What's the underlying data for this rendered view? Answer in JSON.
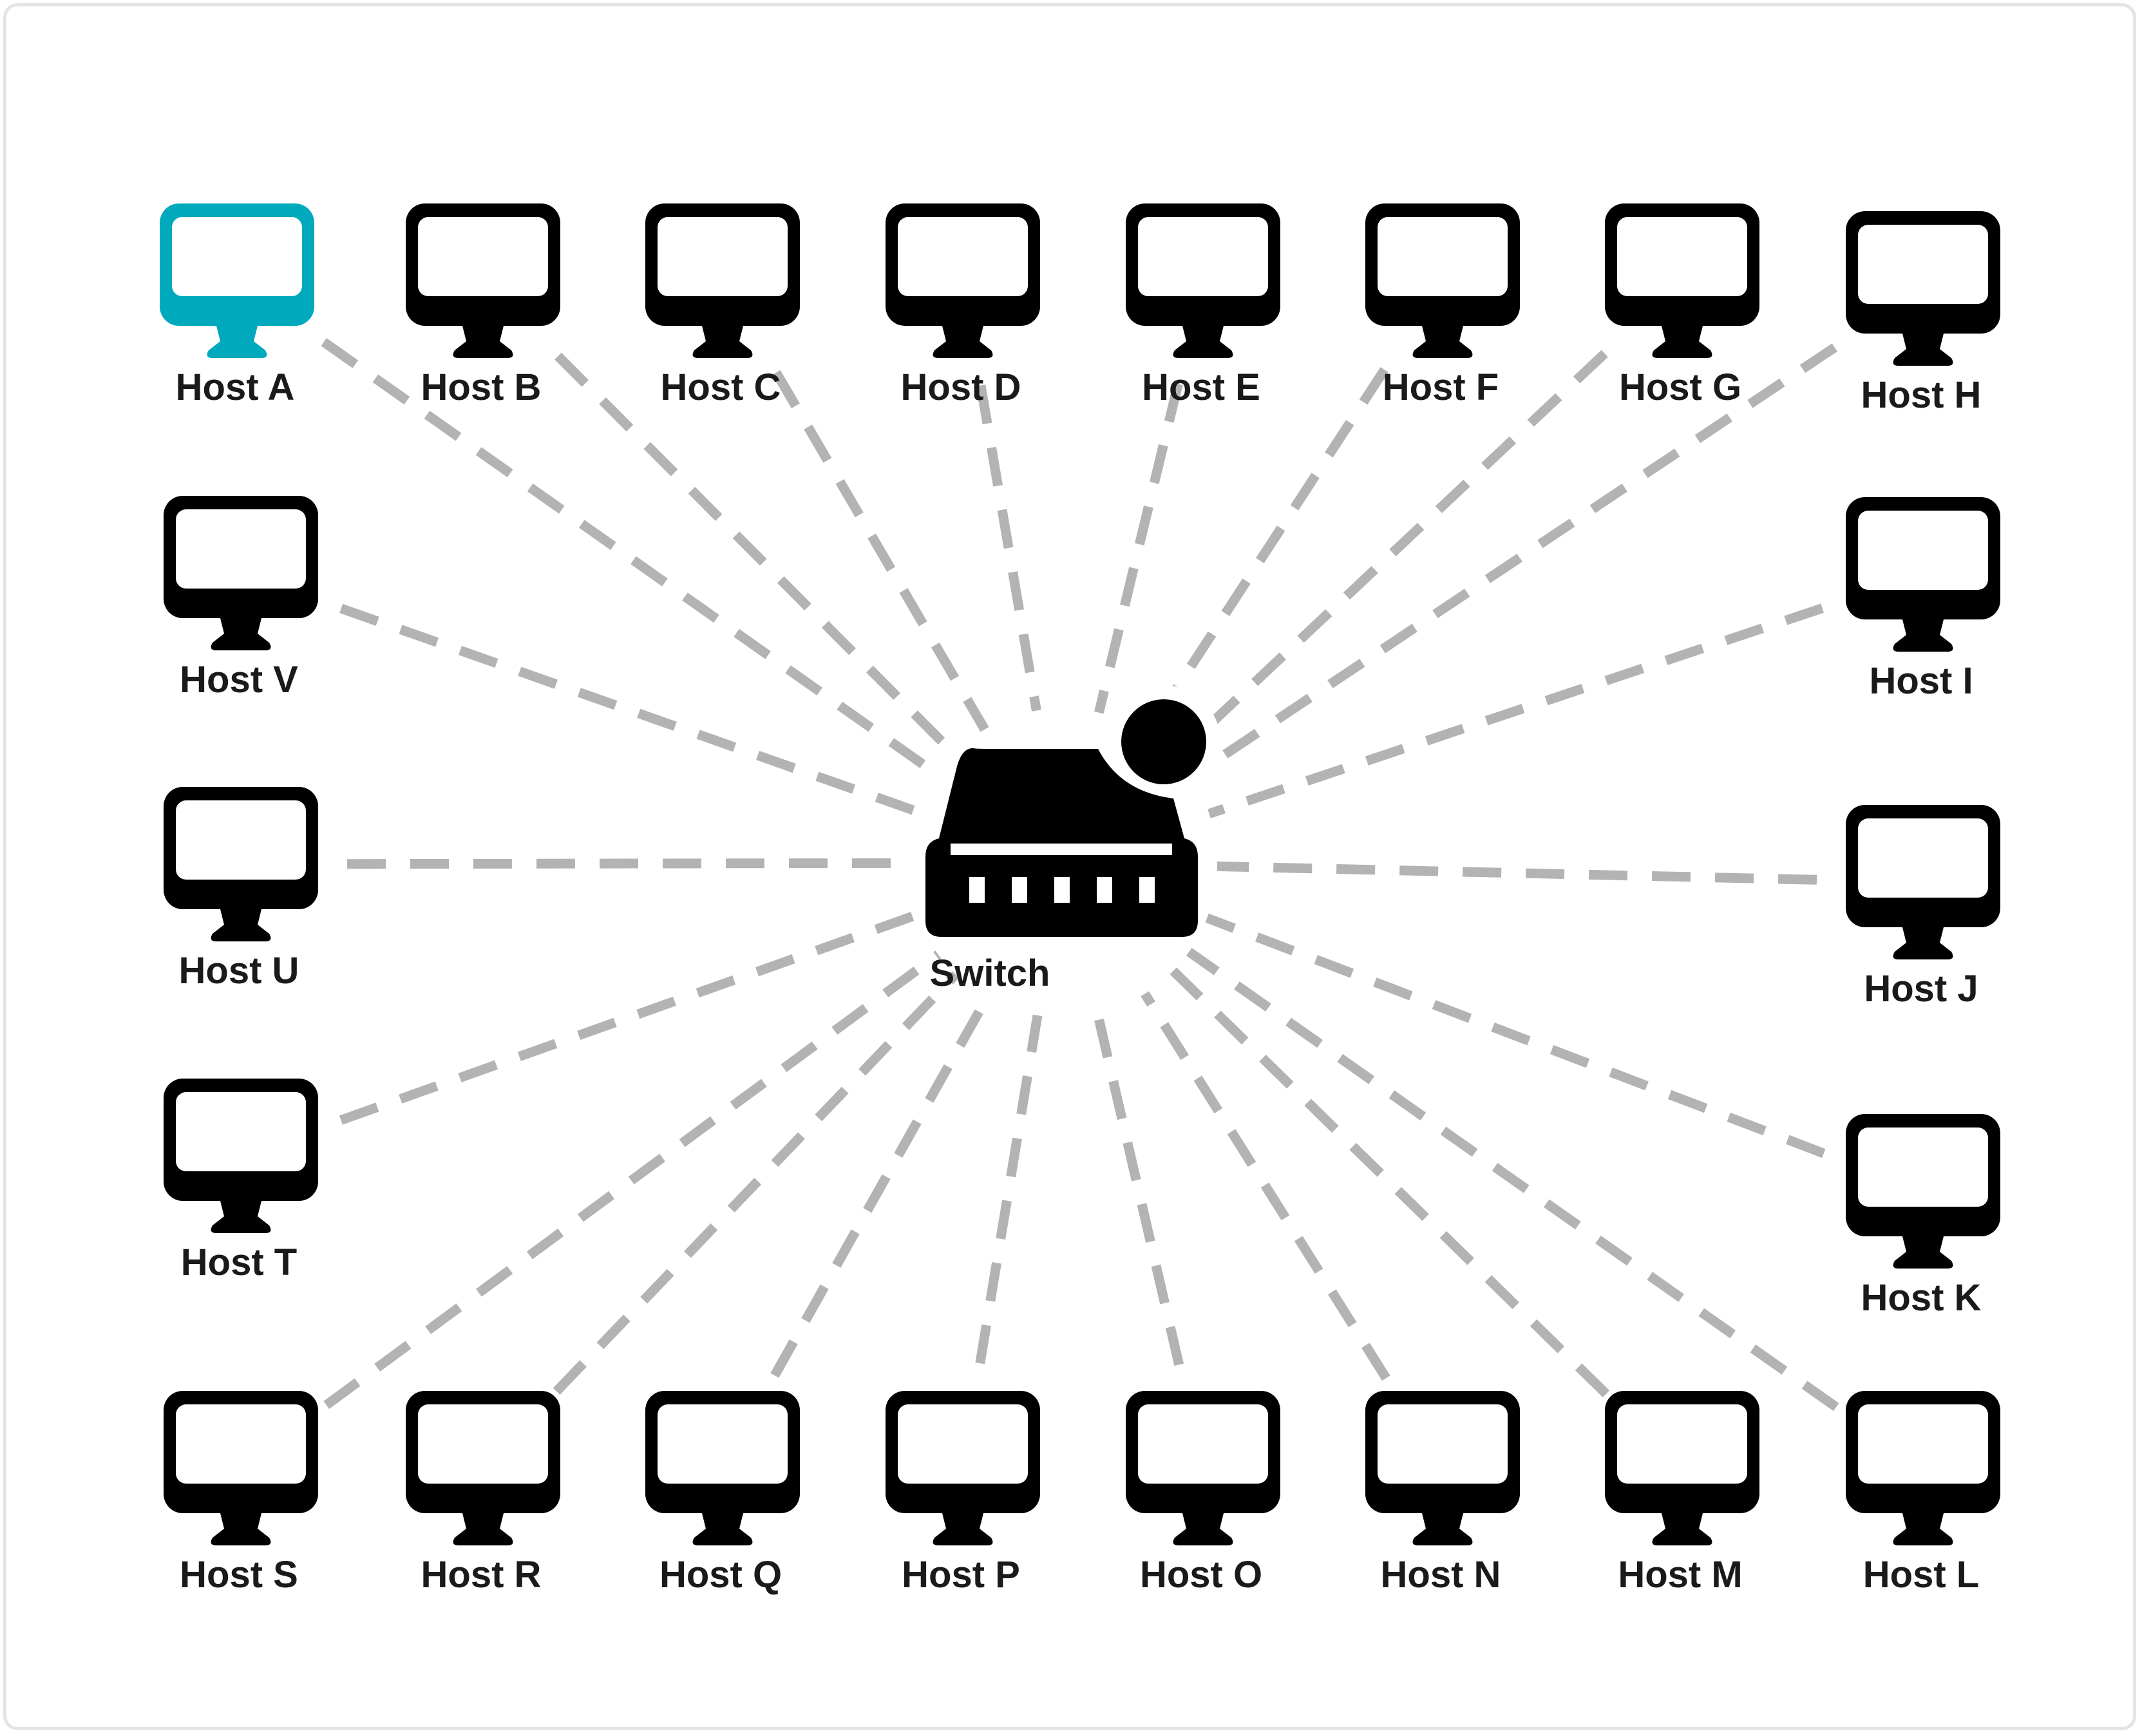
{
  "colors": {
    "highlight": "#00a9bc",
    "icon": "#000000",
    "link": "#b3b3b3",
    "label": "#1a1a1a"
  },
  "icon_types": {
    "host": "monitor-icon",
    "switch": "network-switch-icon"
  },
  "switch": {
    "label": "Switch",
    "status_dot": "status-dot"
  },
  "hosts": [
    {
      "id": "A",
      "label": "Host A",
      "highlighted": true
    },
    {
      "id": "B",
      "label": "Host B"
    },
    {
      "id": "C",
      "label": "Host C"
    },
    {
      "id": "D",
      "label": "Host D"
    },
    {
      "id": "E",
      "label": "Host E"
    },
    {
      "id": "F",
      "label": "Host F"
    },
    {
      "id": "G",
      "label": "Host G"
    },
    {
      "id": "H",
      "label": "Host H"
    },
    {
      "id": "I",
      "label": "Host I"
    },
    {
      "id": "J",
      "label": "Host J"
    },
    {
      "id": "K",
      "label": "Host K"
    },
    {
      "id": "L",
      "label": "Host L"
    },
    {
      "id": "M",
      "label": "Host M"
    },
    {
      "id": "N",
      "label": "Host N"
    },
    {
      "id": "O",
      "label": "Host O"
    },
    {
      "id": "P",
      "label": "Host P"
    },
    {
      "id": "Q",
      "label": "Host Q"
    },
    {
      "id": "R",
      "label": "Host R"
    },
    {
      "id": "S",
      "label": "Host S"
    },
    {
      "id": "T",
      "label": "Host T"
    },
    {
      "id": "U",
      "label": "Host U"
    },
    {
      "id": "V",
      "label": "Host V"
    }
  ]
}
